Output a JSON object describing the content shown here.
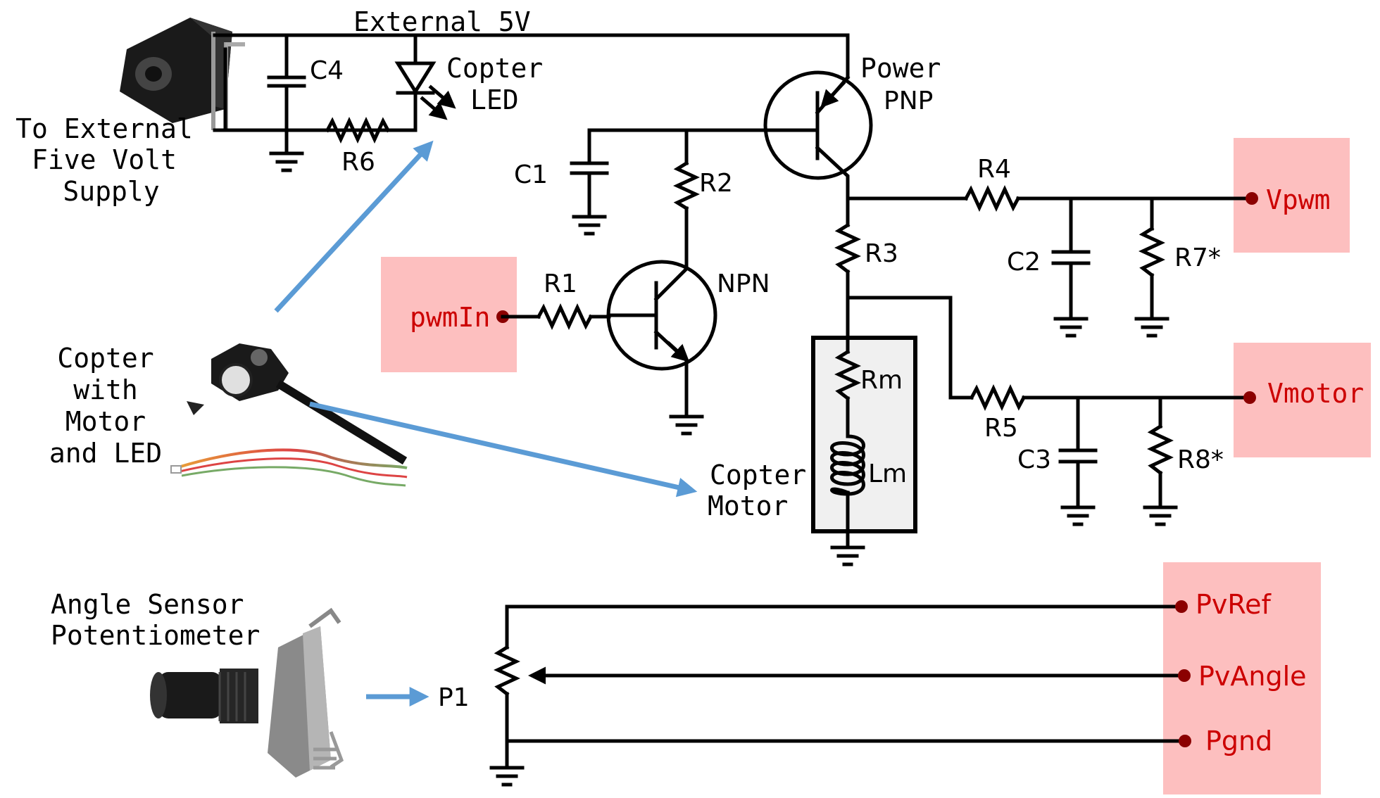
{
  "labels": {
    "external_5v": "External 5V",
    "to_external_1": "To External",
    "to_external_2": "Five Volt",
    "to_external_3": "Supply",
    "c4": "C4",
    "copter_led_1": "Copter",
    "copter_led_2": "LED",
    "r6": "R6",
    "power_pnp_1": "Power",
    "power_pnp_2": "PNP",
    "c1": "C1",
    "r2": "R2",
    "r4": "R4",
    "vpwm": "Vpwm",
    "r3": "R3",
    "c2": "C2",
    "r7": "R7*",
    "pwmin": "pwmIn",
    "r1": "R1",
    "npn": "NPN",
    "copter_with_1": "Copter",
    "copter_with_2": "with",
    "copter_with_3": "Motor",
    "copter_with_4": "and LED",
    "rm": "Rm",
    "lm": "Lm",
    "r5": "R5",
    "vmotor": "Vmotor",
    "c3": "C3",
    "r8": "R8*",
    "copter_motor_1": "Copter",
    "copter_motor_2": "Motor",
    "angle_sensor_1": "Angle Sensor",
    "angle_sensor_2": "Potentiometer",
    "p1": "P1",
    "pvref": "PvRef",
    "pvangle": "PvAngle",
    "pgnd": "Pgnd"
  },
  "colors": {
    "signal_text": "#cc0000",
    "signal_box": "#fdbfbf",
    "arrow": "#5b9bd5",
    "wire": "#000000"
  },
  "icons": [
    "dc-barrel-jack-photo",
    "copter-motor-photo",
    "potentiometer-photo"
  ]
}
